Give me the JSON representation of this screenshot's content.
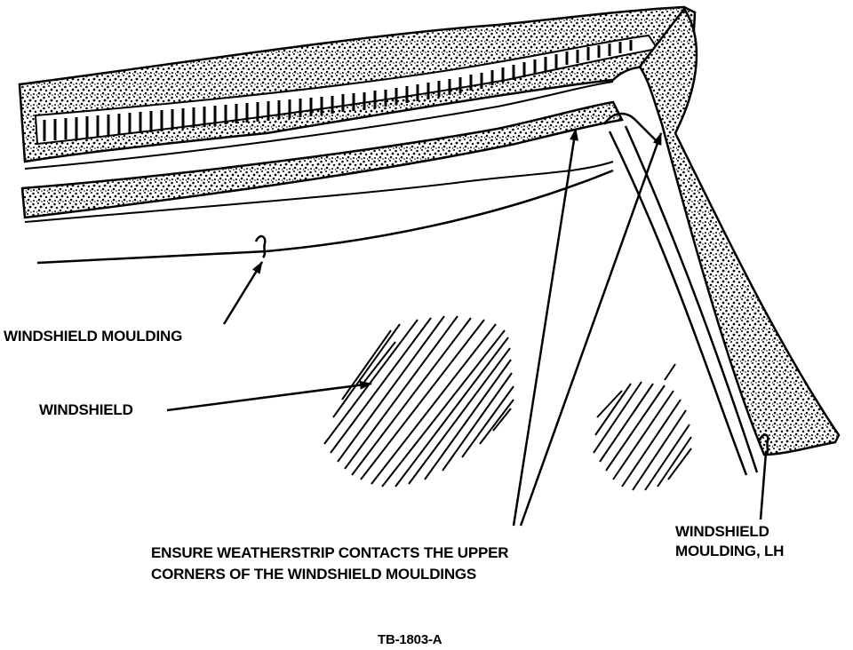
{
  "labels": {
    "windshield_moulding": "WINDSHIELD MOULDING",
    "windshield": "WINDSHIELD",
    "ensure_line1": "ENSURE WEATHERSTRIP CONTACTS THE UPPER",
    "ensure_line2": "CORNERS OF THE WINDSHIELD MOULDINGS",
    "moulding_lh_line1": "WINDSHIELD",
    "moulding_lh_line2": "MOULDING, LH",
    "figure_id": "TB-1803-A"
  }
}
